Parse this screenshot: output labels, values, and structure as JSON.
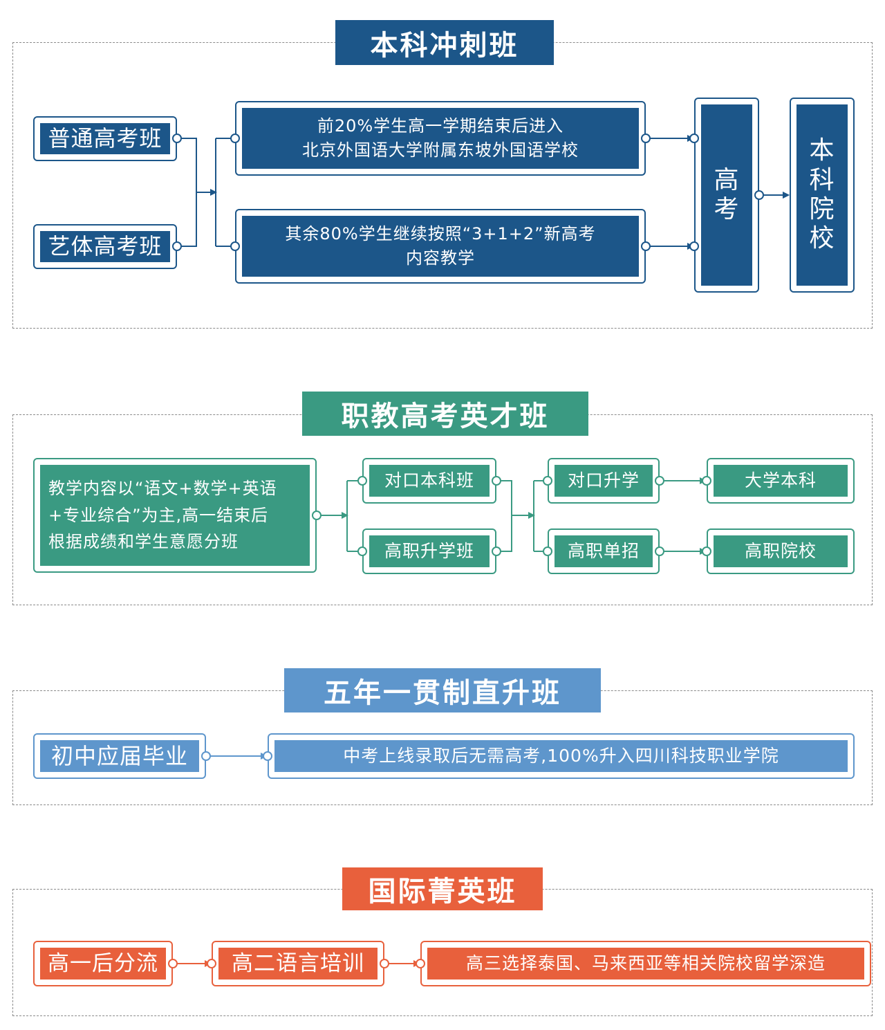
{
  "colors": {
    "blue_dark": "#1c5689",
    "teal": "#3a9a82",
    "blue_light": "#5e96cc",
    "orange": "#e8603c"
  },
  "sections": {
    "s1": {
      "title": "本科冲刺班",
      "left": [
        "普通高考班",
        "艺体高考班"
      ],
      "mid_top": [
        "前20%学生高一学期结束后进入",
        "北京外国语大学附属东坡外国语学校"
      ],
      "mid_bottom": [
        "其余80%学生继续按照“3+1+2”新高考",
        "内容教学"
      ],
      "exam": [
        "高",
        "考"
      ],
      "result": [
        "本",
        "科",
        "院",
        "校"
      ]
    },
    "s2": {
      "title": "职教高考英才班",
      "intro": [
        "教学内容以“语文+数学+英语",
        "+专业综合”为主,高一结束后",
        "根据成绩和学生意愿分班"
      ],
      "classes": [
        "对口本科班",
        "高职升学班"
      ],
      "routes": [
        "对口升学",
        "高职单招"
      ],
      "results": [
        "大学本科",
        "高职院校"
      ]
    },
    "s3": {
      "title": "五年一贯制直升班",
      "start": "初中应届毕业",
      "result": "中考上线录取后无需高考,100%升入四川科技职业学院"
    },
    "s4": {
      "title": "国际菁英班",
      "steps": [
        "高一后分流",
        "高二语言培训",
        "高三选择泰国、马来西亚等相关院校留学深造"
      ]
    }
  }
}
